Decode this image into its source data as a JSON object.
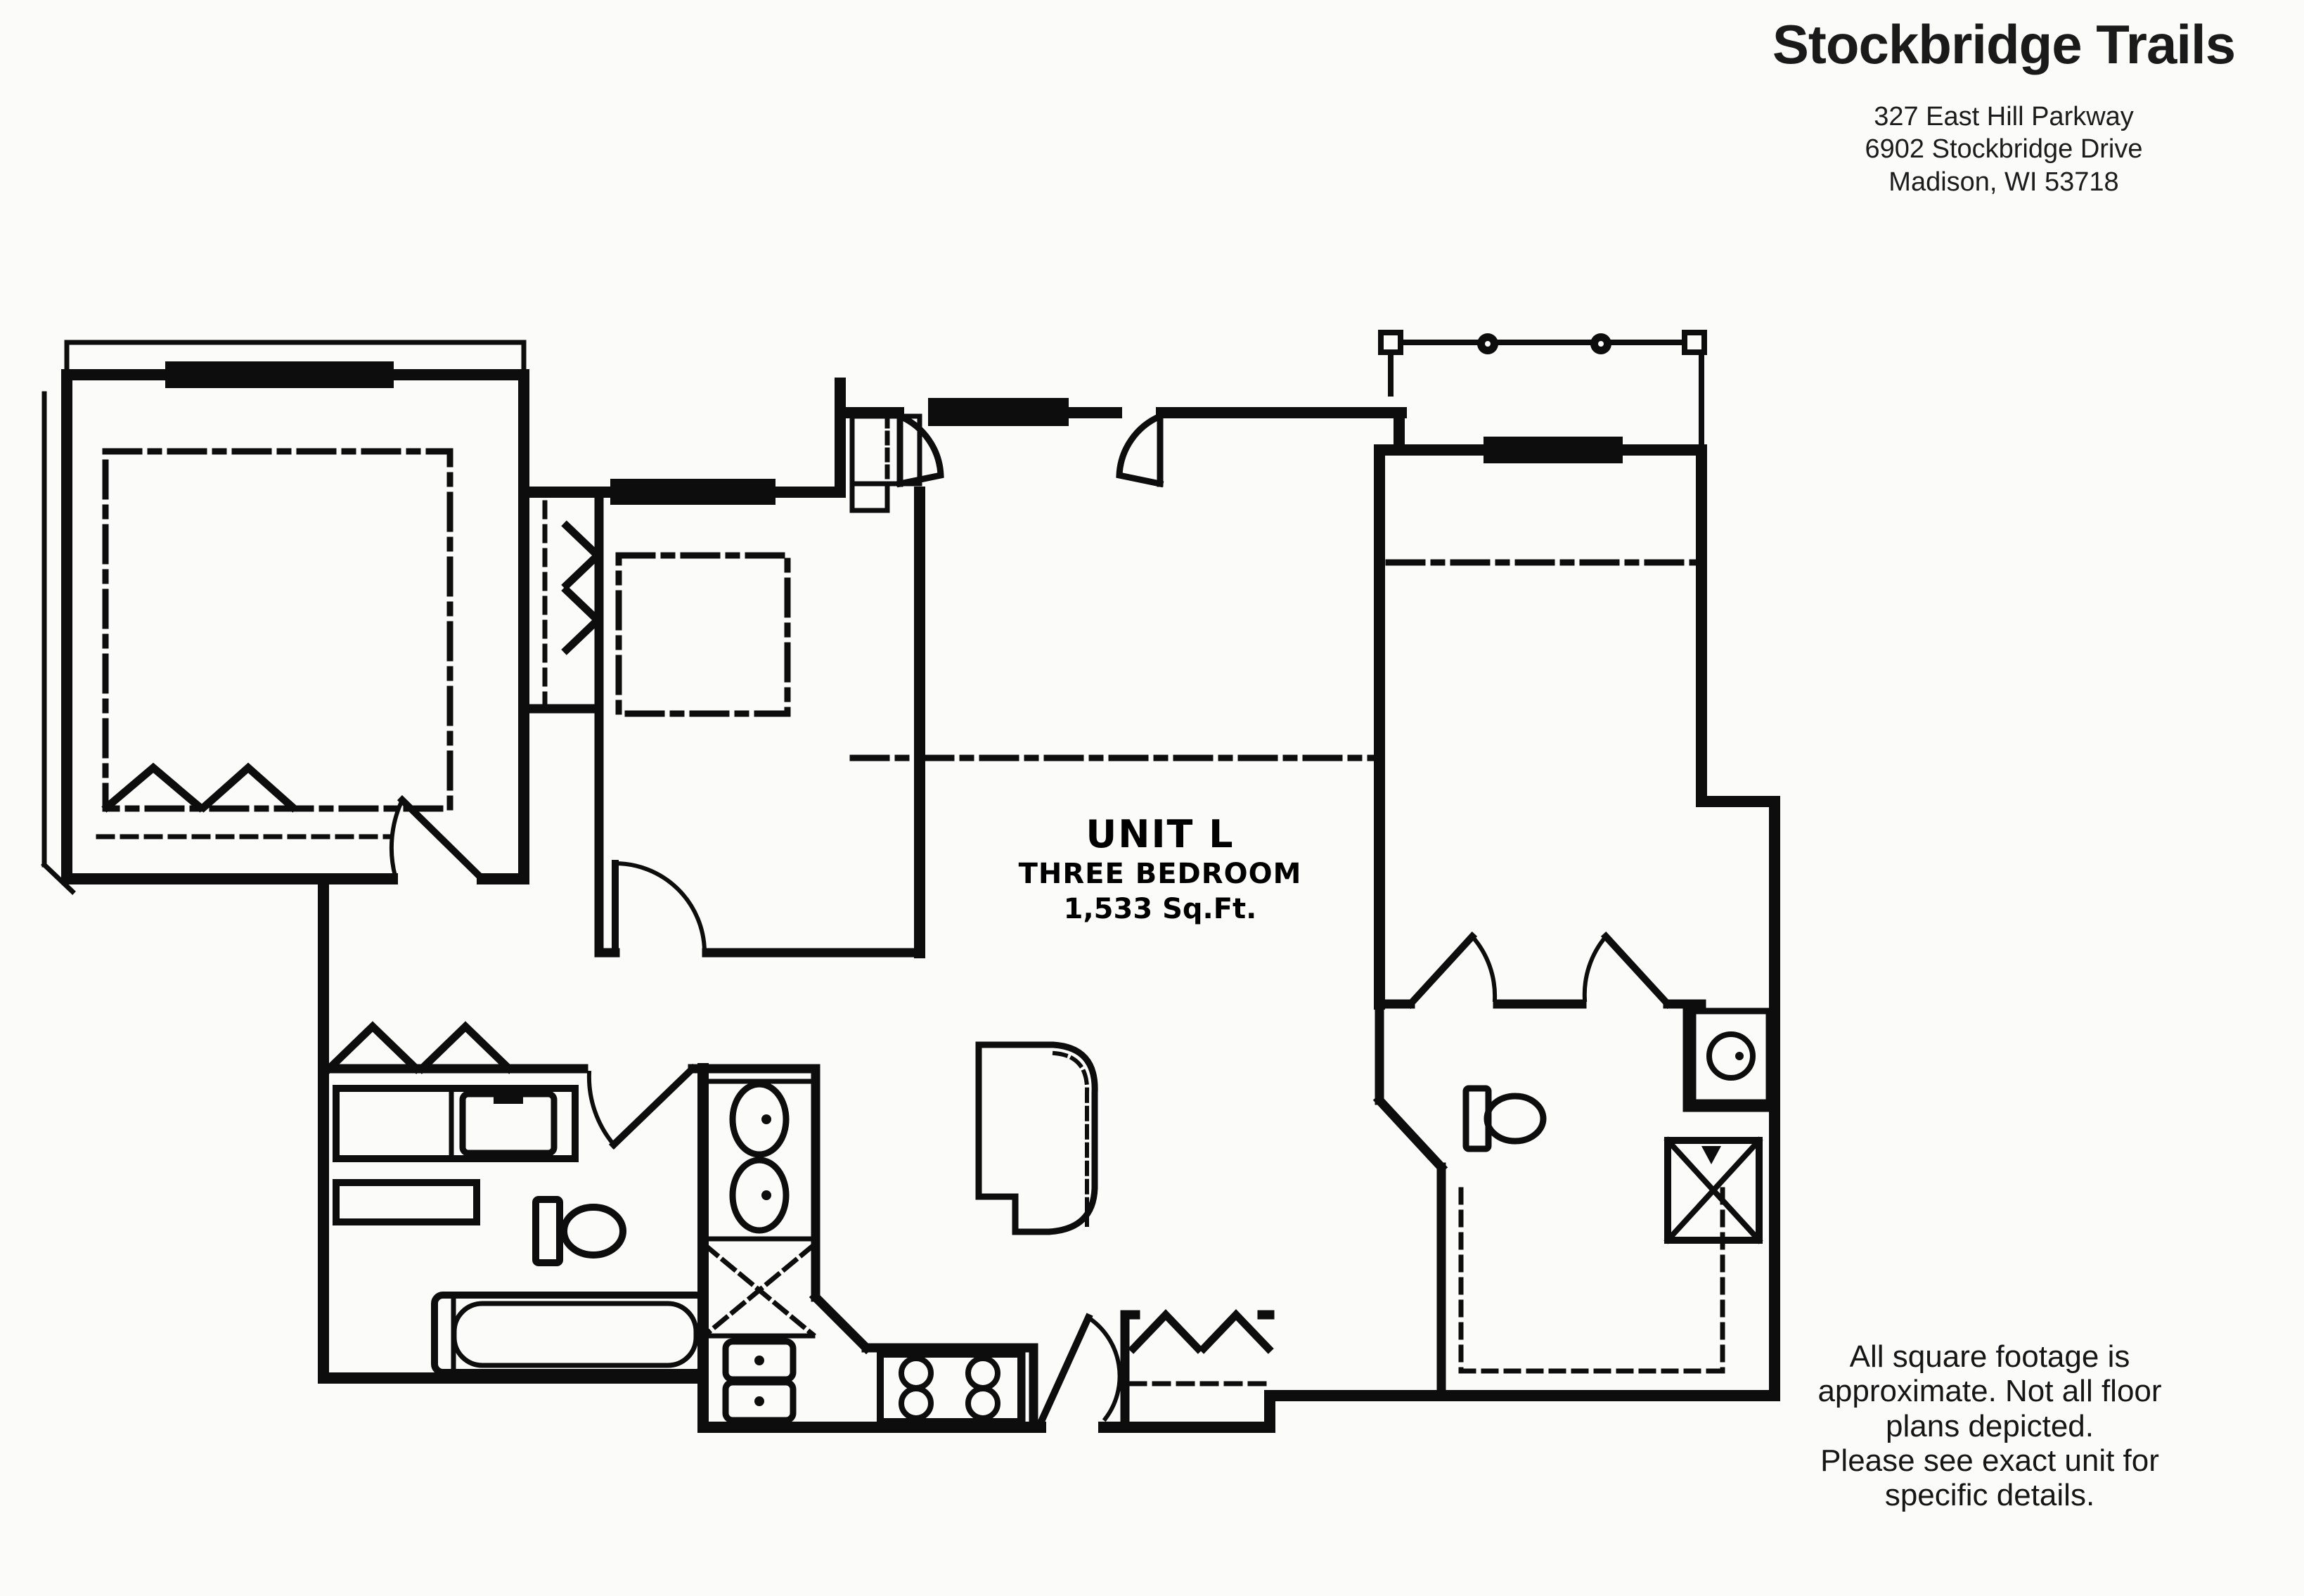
{
  "colors": {
    "ink": "#0d0d0d",
    "paper": "#fbfbfa"
  },
  "header": {
    "title": "Stockbridge Trails",
    "address_lines": [
      "327 East Hill Parkway",
      "6902 Stockbridge Drive",
      "Madison, WI 53718"
    ]
  },
  "unit_label": {
    "line1": "UNIT L",
    "line2": "THREE BEDROOM",
    "line3": "1,533 Sq.Ft."
  },
  "disclaimer_lines": [
    "All square footage is",
    "approximate. Not all floor",
    "plans depicted.",
    "Please see exact unit for",
    "specific details."
  ],
  "icons": {
    "window": "solid black bar",
    "door": "arc with leaf",
    "bifold_closet": "chevron pair",
    "hanging_rod": "dashed line",
    "ceiling_break": "dash-dot line"
  }
}
